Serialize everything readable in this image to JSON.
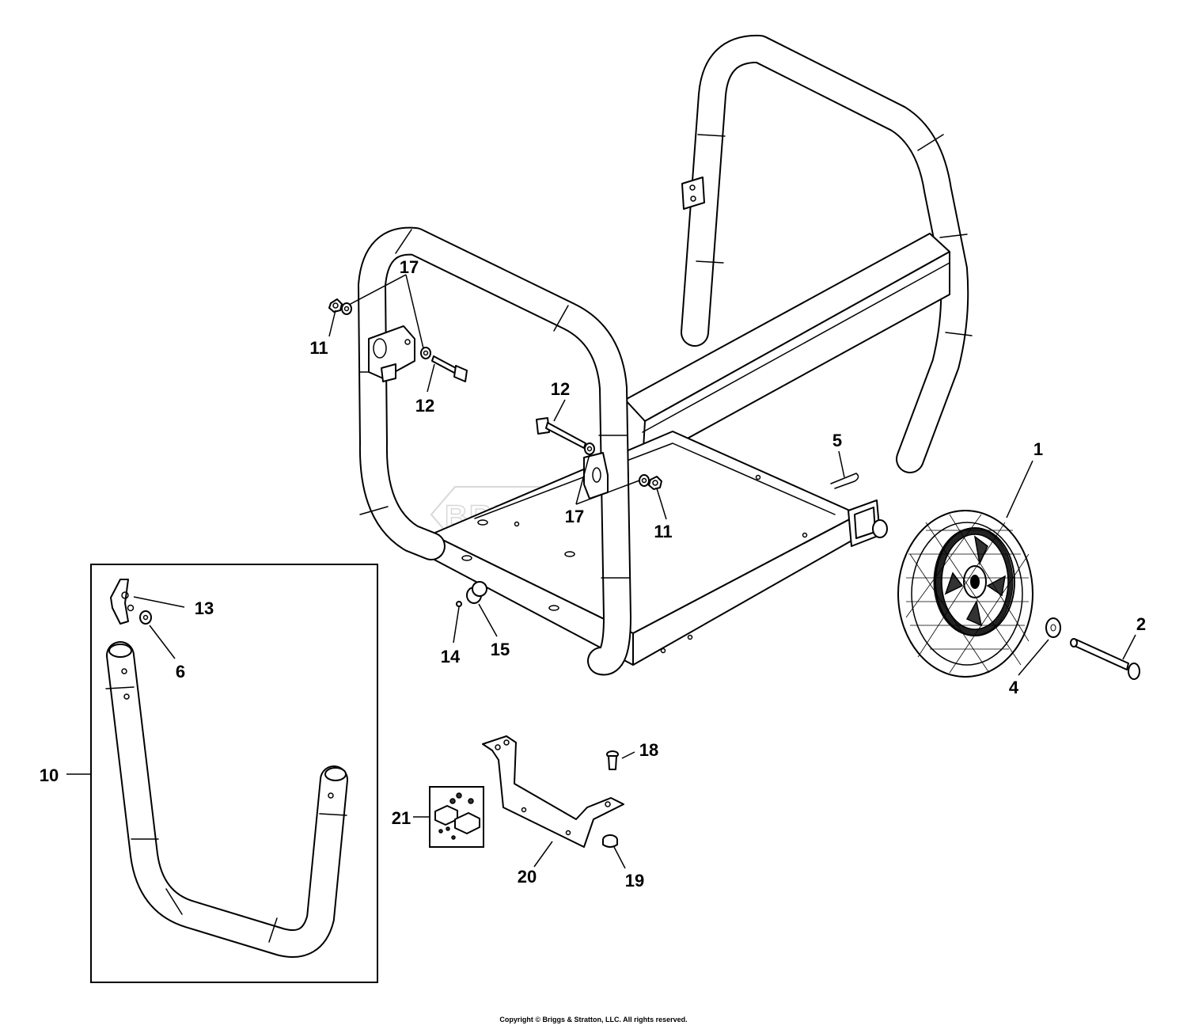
{
  "watermark": "BRIGGS&STRATTON",
  "watermark_mark": "®",
  "copyright": "Copyright © Briggs & Stratton, LLC. All rights reserved.",
  "callouts": {
    "c1": "1",
    "c2": "2",
    "c4": "4",
    "c5": "5",
    "c6": "6",
    "c10": "10",
    "c11a": "11",
    "c11b": "11",
    "c12a": "12",
    "c12b": "12",
    "c13": "13",
    "c14": "14",
    "c15": "15",
    "c17a": "17",
    "c17b": "17",
    "c18": "18",
    "c19": "19",
    "c20": "20",
    "c21": "21"
  }
}
